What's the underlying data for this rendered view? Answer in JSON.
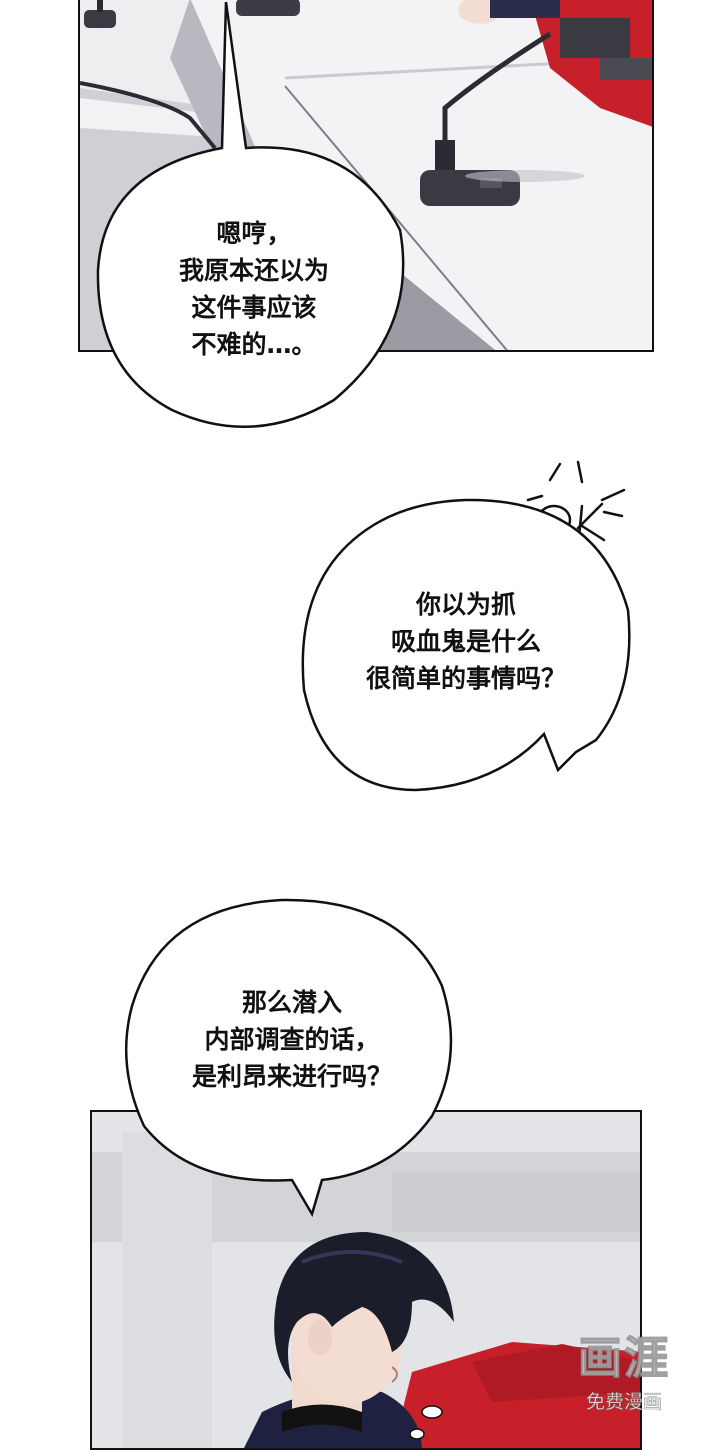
{
  "bubbles": {
    "b1": {
      "lines": [
        "嗯哼，",
        "我原本还以为",
        "这件事应该",
        "不难的…。"
      ]
    },
    "b2": {
      "lines": [
        "你以为抓",
        "吸血鬼是什么",
        "很简单的事情吗？"
      ]
    },
    "b3": {
      "lines": [
        "那么潜入",
        "内部调查的话，",
        "是利昂来进行吗？"
      ]
    }
  },
  "watermark": {
    "logo": "画涯",
    "sub": "免费漫画"
  },
  "colors": {
    "panel_border": "#111111",
    "red_chair": "#c8202a",
    "desk": "#f1f1f3",
    "hair": "#1c1d2a"
  }
}
